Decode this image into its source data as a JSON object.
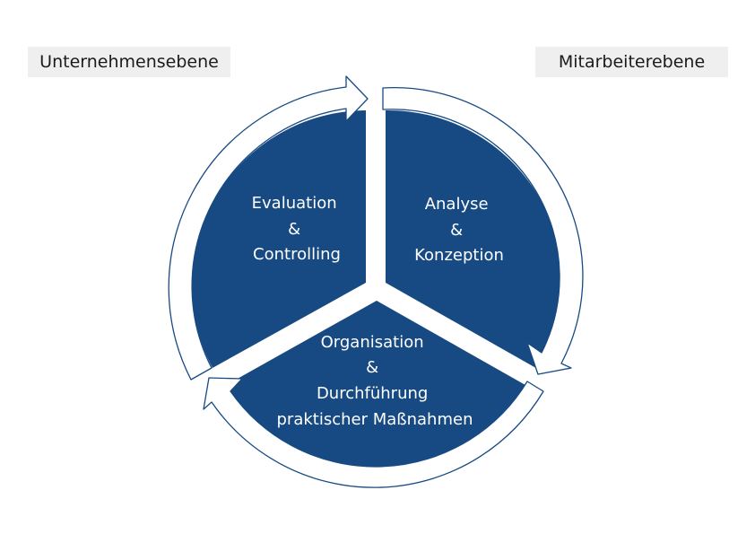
{
  "labels": {
    "left": "Unternehmensebene",
    "right": "Mitarbeiterebene"
  },
  "segments": {
    "left": [
      "Evaluation",
      "&",
      "Controlling"
    ],
    "right": [
      "Analyse",
      "&",
      "Konzeption"
    ],
    "bottom": [
      "Organisation",
      "&",
      "Durchführung",
      "praktischer Maßnahmen"
    ]
  },
  "colors": {
    "segment_fill": "#174a83",
    "arrow_stroke": "#174a83",
    "arrow_fill": "#ffffff",
    "label_bg": "#efefef"
  }
}
